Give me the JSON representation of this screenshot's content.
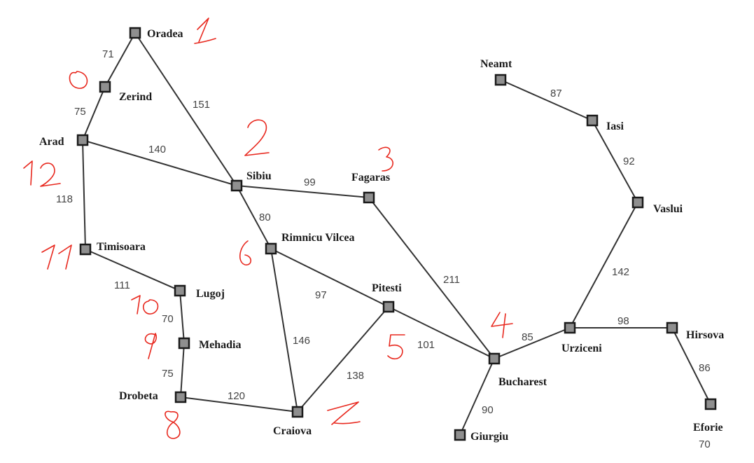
{
  "map": {
    "cities": {
      "oradea": "Oradea",
      "zerind": "Zerind",
      "arad": "Arad",
      "timisoara": "Timisoara",
      "lugoj": "Lugoj",
      "mehadia": "Mehadia",
      "drobeta": "Drobeta",
      "craiova": "Craiova",
      "rimnicu": "Rimnicu Vilcea",
      "sibiu": "Sibiu",
      "fagaras": "Fagaras",
      "pitesti": "Pitesti",
      "bucharest": "Bucharest",
      "giurgiu": "Giurgiu",
      "urziceni": "Urziceni",
      "hirsova": "Hirsova",
      "eforie": "Eforie",
      "vaslui": "Vaslui",
      "iasi": "Iasi",
      "neamt": "Neamt"
    },
    "distances": {
      "oradea_zerind": "71",
      "zerind_arad": "75",
      "oradea_sibiu": "151",
      "arad_sibiu": "140",
      "arad_timisoara": "118",
      "timisoara_lugoj": "111",
      "lugoj_mehadia": "70",
      "mehadia_drobeta": "75",
      "drobeta_craiova": "120",
      "sibiu_fagaras": "99",
      "sibiu_rimnicu": "80",
      "rimnicu_pitesti": "97",
      "rimnicu_craiova": "146",
      "craiova_pitesti": "138",
      "pitesti_bucharest": "101",
      "fagaras_bucharest": "211",
      "bucharest_giurgiu": "90",
      "bucharest_urziceni": "85",
      "urziceni_hirsova": "98",
      "hirsova_eforie": "86",
      "urziceni_vaslui": "142",
      "vaslui_iasi": "92",
      "iasi_neamt": "87"
    },
    "extra_number": "70"
  }
}
